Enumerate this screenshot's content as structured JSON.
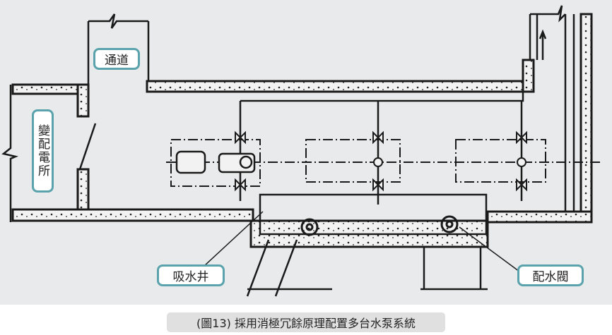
{
  "labels": {
    "corridor": "通道",
    "substation": "變配電所",
    "suction_well": "吸水井",
    "distribution_valve": "配水閥"
  },
  "caption": "(圖13)  採用消極冗餘原理配置多台水泵系統",
  "colors": {
    "label_border": "#5aa3ad",
    "ink": "#1a1a1a",
    "paper": "#e9eaeb"
  }
}
